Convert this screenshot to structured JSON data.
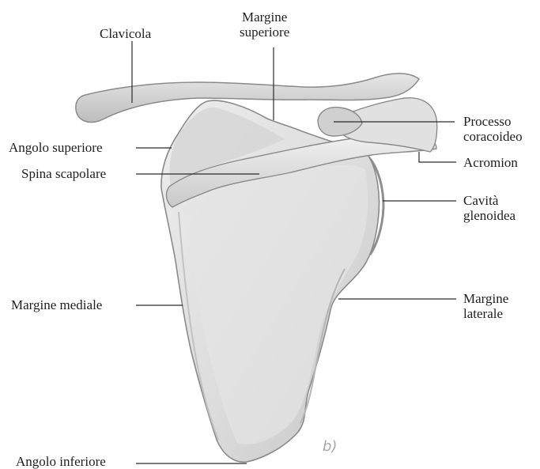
{
  "labels": {
    "clavicle": "Clavicola",
    "superior_margin_1": "Margine",
    "superior_margin_2": "superiore",
    "superior_angle": "Angolo superiore",
    "spine": "Spina scapolare",
    "coracoid_1": "Processo",
    "coracoid_2": "coracoideo",
    "acromion": "Acromion",
    "glenoid_1": "Cavità",
    "glenoid_2": "glenoidea",
    "medial_margin": "Margine mediale",
    "lateral_margin_1": "Margine",
    "lateral_margin_2": "laterale",
    "inferior_angle": "Angolo inferiore"
  },
  "figure_tag": "b)",
  "colors": {
    "bone_light": "#e9e9e9",
    "bone_mid": "#cfcfcf",
    "bone_dark": "#9d9d9d",
    "outline": "#8a8a8a",
    "leader_line": "#2a2a2a"
  }
}
